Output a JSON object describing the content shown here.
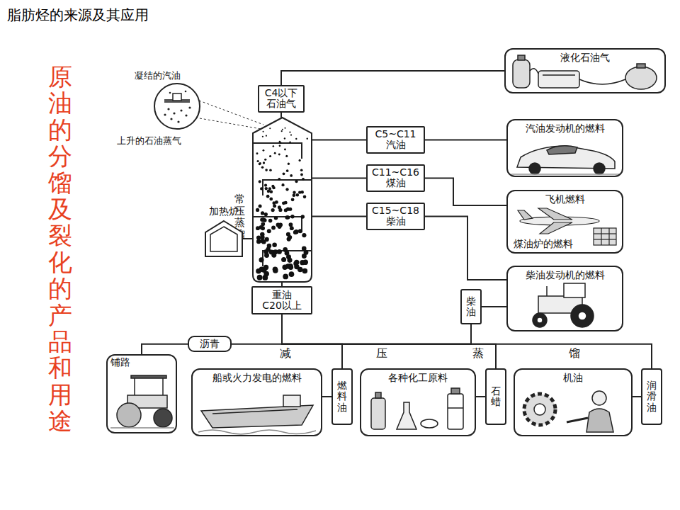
{
  "diagram": {
    "title": "脂肪烃的来源及其应用",
    "nodes": [
      {
        "text": [
          "常压蒸馏"
        ]
      },
      {
        "text": [
          "C4以下",
          "石油气"
        ]
      },
      {
        "text": [
          "液化石油气"
        ]
      },
      {
        "text": [
          "C5~C11",
          "汽油"
        ]
      },
      {
        "text": [
          "汽油发动机的燃料"
        ]
      },
      {
        "text": [
          "C11~C16",
          "煤油"
        ]
      },
      {
        "text": [
          "飞机燃料",
          "煤油炉的燃料"
        ]
      },
      {
        "text": [
          "加热炉"
        ]
      },
      {
        "text": [
          "C15~C18",
          "柴油"
        ]
      },
      {
        "text": [
          "柴油发动机的燃料"
        ]
      },
      {
        "text": [
          "重油",
          "C20以上"
        ]
      },
      {
        "text": [
          "柴油"
        ]
      },
      {
        "text": [
          "沥青"
        ]
      },
      {
        "text": [
          "铺路"
        ]
      },
      {
        "text": [
          "船或火力发电的燃料"
        ]
      },
      {
        "text": [
          "燃料油"
        ]
      },
      {
        "text": [
          "各种化工原料"
        ]
      },
      {
        "text": [
          "石蜡"
        ]
      },
      {
        "text": [
          "机油"
        ]
      },
      {
        "text": [
          "润滑油"
        ]
      }
    ],
    "edges": [
      {
        "from": 0,
        "to": 1,
        "arrow": "none"
      },
      {
        "from": 1,
        "to": 2,
        "arrow": "none"
      },
      {
        "from": 0,
        "to": 3,
        "arrow": "none"
      },
      {
        "from": 3,
        "to": 4,
        "arrow": "none"
      },
      {
        "from": 0,
        "to": 5,
        "arrow": "none"
      },
      {
        "from": 5,
        "to": 6,
        "arrow": "none"
      },
      {
        "from": 7,
        "to": 0,
        "arrow": "none"
      },
      {
        "from": 0,
        "to": 8,
        "arrow": "none"
      },
      {
        "from": 8,
        "to": 9,
        "arrow": "none"
      },
      {
        "from": 0,
        "to": 10,
        "arrow": "none"
      },
      {
        "from": 10,
        "to": 12,
        "arrow": "none"
      },
      {
        "from": 12,
        "to": 13,
        "arrow": "none"
      },
      {
        "from": 10,
        "to": 15,
        "arrow": "none"
      },
      {
        "from": 15,
        "to": 14,
        "arrow": "none"
      },
      {
        "from": 10,
        "to": 17,
        "arrow": "none"
      },
      {
        "from": 17,
        "to": 16,
        "arrow": "none"
      },
      {
        "from": 10,
        "to": 19,
        "arrow": "none"
      },
      {
        "from": 19,
        "to": 18,
        "arrow": "none"
      },
      {
        "from": 10,
        "to": 11,
        "arrow": "none"
      },
      {
        "from": 11,
        "to": 9,
        "arrow": "none"
      }
    ],
    "labels": [
      "原油的分馏及裂化的产品和用途",
      "凝结的汽油",
      "上升的石油蒸气",
      "减压蒸馏"
    ]
  }
}
